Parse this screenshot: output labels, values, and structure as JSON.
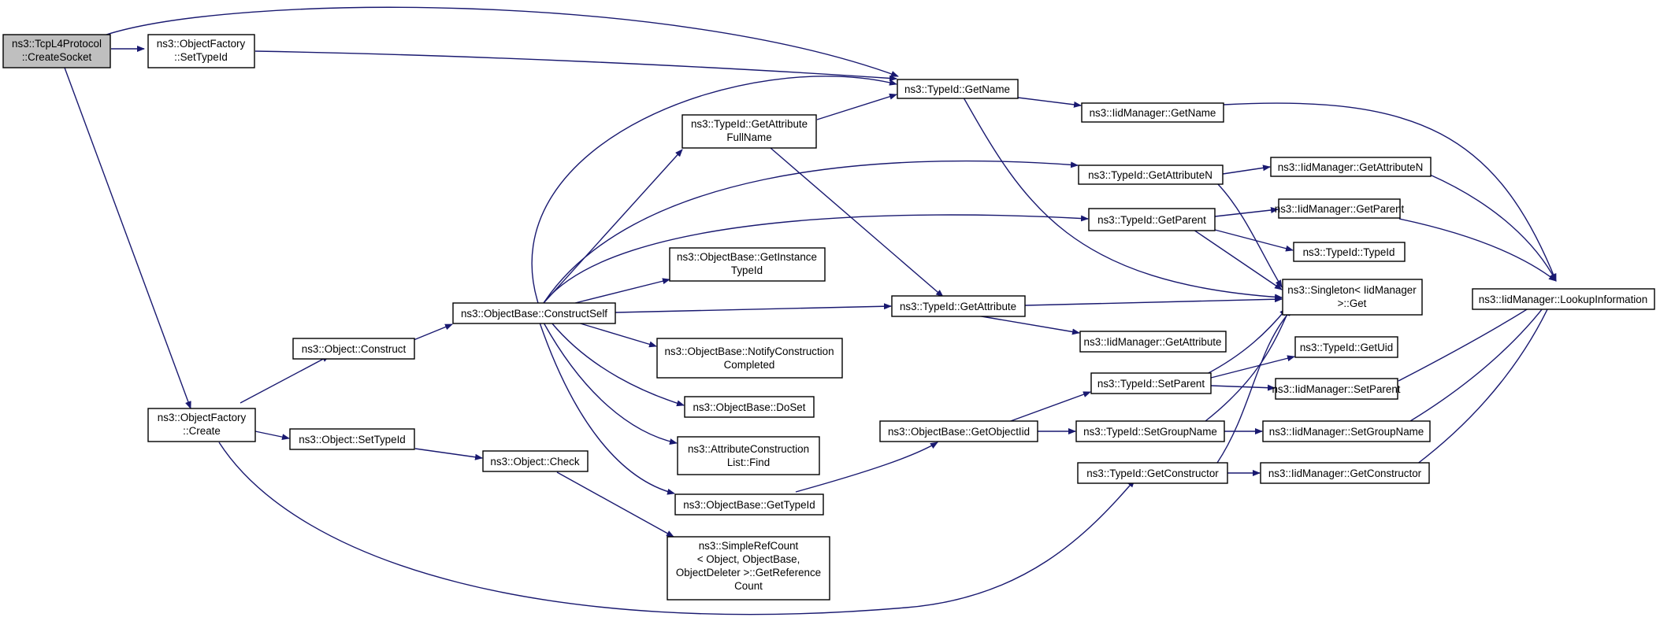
{
  "nodes": {
    "root": [
      "ns3::TcpL4Protocol",
      "::CreateSocket"
    ],
    "of_settypeid": [
      "ns3::ObjectFactory",
      "::SetTypeId"
    ],
    "of_create": [
      "ns3::ObjectFactory",
      "::Create"
    ],
    "typeid_getname": [
      "ns3::TypeId::GetName"
    ],
    "iid_getname": [
      "ns3::IidManager::GetName"
    ],
    "typeid_getattrfullname": [
      "ns3::TypeId::GetAttribute",
      "FullName"
    ],
    "typeid_getattrn": [
      "ns3::TypeId::GetAttributeN"
    ],
    "iid_getattrn": [
      "ns3::IidManager::GetAttributeN"
    ],
    "typeid_getparent": [
      "ns3::TypeId::GetParent"
    ],
    "iid_getparent": [
      "ns3::IidManager::GetParent"
    ],
    "typeid_typeid": [
      "ns3::TypeId::TypeId"
    ],
    "ob_getinstancetypeid": [
      "ns3::ObjectBase::GetInstance",
      "TypeId"
    ],
    "singleton_get": [
      "ns3::Singleton< IidManager",
      ">::Get"
    ],
    "iid_lookup": [
      "ns3::IidManager::LookupInformation"
    ],
    "ob_constructself": [
      "ns3::ObjectBase::ConstructSelf"
    ],
    "typeid_getattribute": [
      "ns3::TypeId::GetAttribute"
    ],
    "obj_construct": [
      "ns3::Object::Construct"
    ],
    "iid_getattribute": [
      "ns3::IidManager::GetAttribute"
    ],
    "ob_notify": [
      "ns3::ObjectBase::NotifyConstruction",
      "Completed"
    ],
    "typeid_getuid": [
      "ns3::TypeId::GetUid"
    ],
    "typeid_setparent": [
      "ns3::TypeId::SetParent"
    ],
    "iid_setparent": [
      "ns3::IidManager::SetParent"
    ],
    "ob_doset": [
      "ns3::ObjectBase::DoSet"
    ],
    "ob_getobjectiid": [
      "ns3::ObjectBase::GetObjectIid"
    ],
    "typeid_setgroupname": [
      "ns3::TypeId::SetGroupName"
    ],
    "iid_setgroupname": [
      "ns3::IidManager::SetGroupName"
    ],
    "obj_settypeid": [
      "ns3::Object::SetTypeId"
    ],
    "acl_find": [
      "ns3::AttributeConstruction",
      "List::Find"
    ],
    "obj_check": [
      "ns3::Object::Check"
    ],
    "typeid_getconstructor": [
      "ns3::TypeId::GetConstructor"
    ],
    "iid_getconstructor": [
      "ns3::IidManager::GetConstructor"
    ],
    "ob_gettypeid": [
      "ns3::ObjectBase::GetTypeId"
    ],
    "simplerefcount": [
      "ns3::SimpleRefCount",
      "< Object, ObjectBase,",
      "ObjectDeleter >::GetReference",
      "Count"
    ]
  },
  "colors": {
    "edge": "#191970",
    "node_fill": "#ffffff",
    "root_fill": "#bfbfbf",
    "node_border": "#000000"
  }
}
